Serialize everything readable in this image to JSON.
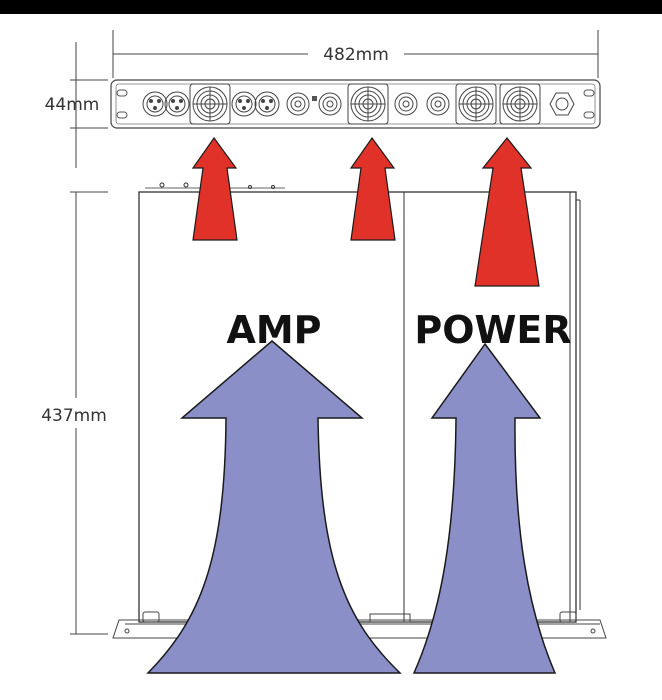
{
  "dimensions": {
    "width_label": "482mm",
    "height_label": "44mm",
    "depth_label": "437mm"
  },
  "labels": {
    "amp": "AMP",
    "power": "POWER"
  },
  "colors": {
    "top_bar": "#000000",
    "outline": "#333333",
    "exhaust_arrow": "#e1322a",
    "intake_arrow": "#8b8fc8",
    "arrow_stroke": "#1a1a1a"
  },
  "front_panel_icons": [
    "xlr-jack-icon",
    "xlr-jack-icon",
    "fan-icon",
    "xlr-jack-icon",
    "xlr-jack-icon",
    "speakon-icon",
    "speakon-icon",
    "fan-icon",
    "speakon-icon",
    "speakon-icon",
    "fan-icon",
    "fan-icon",
    "power-inlet-icon"
  ]
}
